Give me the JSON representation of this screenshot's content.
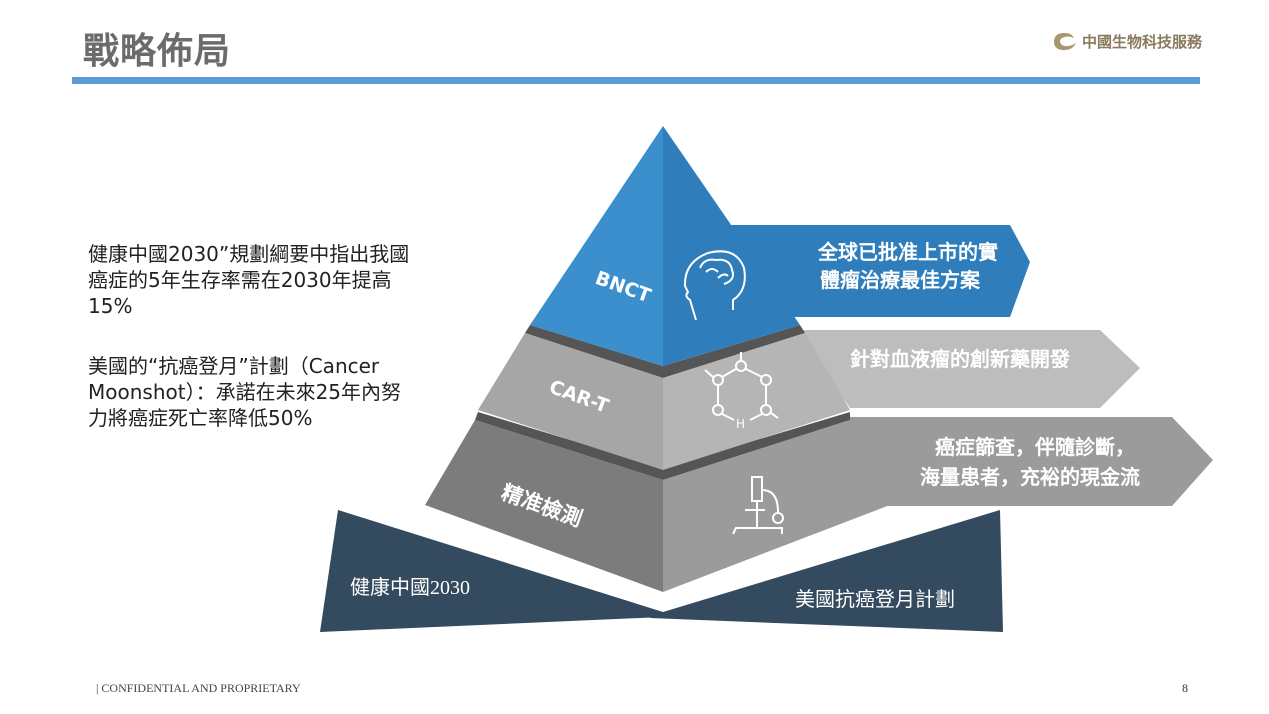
{
  "header": {
    "title": "戰略佈局",
    "logo_text": "中國生物科技服務"
  },
  "left_text": {
    "paragraph1": "健康中國2030”規劃綱要中指出我國癌症的5年生存率需在2030年提高15%",
    "paragraph2": "美國的“抗癌登月”計劃（Cancer Moonshot）：承諾在未來25年內努力將癌症死亡率降低50%"
  },
  "pyramid": {
    "tiers": [
      {
        "label": "BNCT",
        "description_lines": [
          "全球已批准上市的實",
          "體瘤治療最佳方案"
        ],
        "icon": "brain-head-icon"
      },
      {
        "label": "CAR-T",
        "description_lines": [
          "針對血液瘤的創新藥開發"
        ],
        "icon": "molecule-icon"
      },
      {
        "label": "精准檢測",
        "description_lines": [
          "癌症篩查，伴隨診斷，",
          "海量患者，充裕的現金流"
        ],
        "icon": "microscope-icon"
      }
    ],
    "base_left": "健康中國2030",
    "base_right": "美國抗癌登月計劃"
  },
  "footer": {
    "confidential": "| CONFIDENTIAL AND PROPRIETARY",
    "page_number": "8"
  },
  "colors": {
    "accent": "#5b9bd5",
    "tier1_left": "#3a8fcc",
    "tier1_right": "#2f7dba",
    "base": "#344a5e"
  }
}
